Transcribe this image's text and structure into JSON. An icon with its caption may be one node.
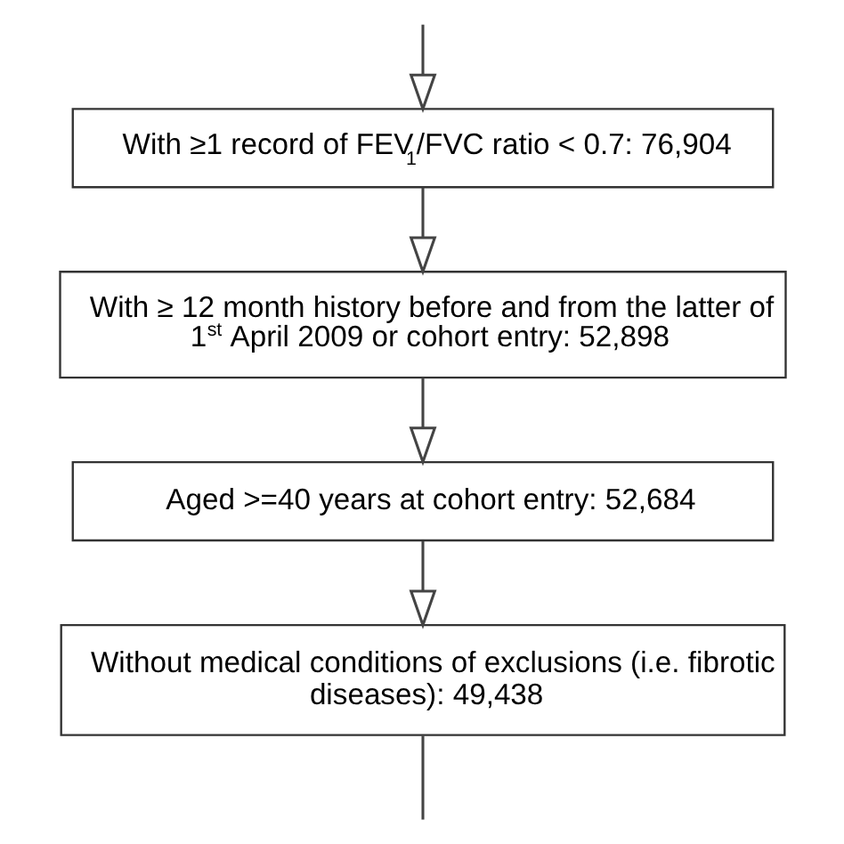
{
  "diagram": {
    "nodes": [
      {
        "text": [
          "With ≥1 record of FEV$_{1}$/FVC ratio < 0.7: 76,904"
        ]
      },
      {
        "text": [
          "With ≥ 12 month history before and from the latter of 1$^{st}$ April 2009 or cohort entry: 52,898"
        ]
      },
      {
        "text": [
          "Aged >=40 years at cohort entry: 52,684"
        ]
      },
      {
        "text": [
          "Without medical conditions of exclusions (i.e. fibrotic diseases): 49,438"
        ]
      }
    ],
    "edges": [
      {
        "from": null,
        "to": 0,
        "arrow": "to"
      },
      {
        "from": 0,
        "to": 1,
        "arrow": "to"
      },
      {
        "from": 1,
        "to": 2,
        "arrow": "to"
      },
      {
        "from": 2,
        "to": 3,
        "arrow": "to"
      },
      {
        "from": 3,
        "to": null,
        "arrow": "none"
      }
    ]
  }
}
